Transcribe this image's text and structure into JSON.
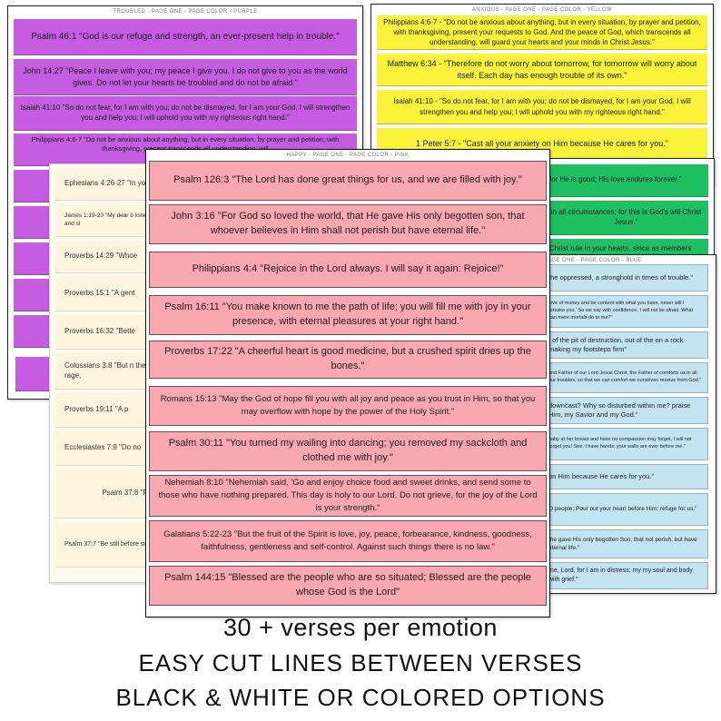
{
  "purple_page": {
    "header": "TROUBLED - PAGE ONE - PAGE COLOR - PURPLE",
    "verses": [
      "Psalm 46:1 \"God is our refuge and strength, an ever-present help in trouble.\"",
      "John 14:27 \"Peace I leave with you; my peace I give you. I do not give to you as the world gives. Do not let your hearts be troubled and do not be afraid.\"",
      "Isaiah 41:10 \"So do not fear, for I am with you; do not be dismayed, for I am your God. I will strengthen you and help you; I will uphold you with my righteous right hand.\"",
      "Philippians 4:6-7 \"Do not be anxious about anything, but in every situation, by prayer and petition, with thanksgiving, present transcends all understanding, will"
    ]
  },
  "yellow_page": {
    "header": "ANXIOUS - PAGE ONE - PAGE COLOR - YELLOW",
    "verses": [
      "Philippians 4:6-7 - \"Do not be anxious about anything, but in every situation, by prayer and petition, with thanksgiving, present your requests to God. And the peace of God, which transcends all understanding, will guard your hearts and your minds in Christ Jesus.\"",
      "Matthew 6:34 - \"Therefore do not worry about tomorrow, for tomorrow will worry about itself. Each day has enough trouble of its own.\"",
      "Isaiah 41:10 - \"So do not fear, for I am with you; do not be dismayed, for I am your God. I will strengthen you and help you; I will uphold you with my righteous right hand.\"",
      "1 Peter 5:7 - \"Cast all your anxiety on Him because He cares for you.\""
    ]
  },
  "green_page": {
    "verses": [
      "for He is good; His love endures forever.\"",
      "in all circumstances; for this is God's will Christ Jesus.\"",
      "Christ rule in your hearts, since as members"
    ]
  },
  "blue_page": {
    "header": "PAGE ONE - PAGE COLOR - BLUE",
    "verses": [
      "the oppressed, a stronghold in times of trouble.\"",
      "love of money and be content with what you have, never will I forsake you.' So we say with confidence, I will not be afraid. What can mere mortals do to me?\"",
      "t of the pit of destruction, out of the on a rock making my footsteps firm\"",
      "and Father of our Lord Jesus Christ, the Father of comforts us in all our troubles, so that we can comfort we ourselves receive from God.\"",
      "downcast? Why so disturbed within me? praise Him, my Savior and my God.\"",
      "baby at her breast and have no compassion may forget, I will not forget you! See, I have hands; your walls are ever before me.\"",
      "on Him because He cares for you.\"",
      "O people; Pour out your heart before Him; refuge for us.\"",
      "the gave His only begotten Son, that not perish, but have eternal life.\"",
      "me, Lord, for I am in distress; my my soul and body with grief.\""
    ]
  },
  "cream_page": {
    "verses": [
      "Ephesians 4:26-27 \"In you are still",
      "James 1:19-20 \"My dear b listen, slow to speak and sl",
      "Proverbs 14:29 \"Whoe",
      "Proverbs 15:1 \"A gent",
      "Proverbs 16:32 \"Bette",
      "Colossians 3:8 \"But n these: anger, rage,",
      "Proverbs 19:11 \"A p",
      "Ecclesiastes 7:9 \"Do no",
      "Psalm 37:8 \"Re",
      "Psalm 37:7 \"Be still before succeed in their"
    ]
  },
  "pink_page": {
    "header": "HAPPY - PAGE ONE - PAGE COLOR - PINK",
    "verses": [
      "Psalm 126:3 \"The Lord has done great things for us, and we are filled with joy.\"",
      "John 3:16 \"For God so loved the world, that He gave His only begotten son, that whoever believes in Him shall not perish but have eternal life.\"",
      "Philippians 4:4 \"Rejoice in the Lord always. I will say it again: Rejoice!\"",
      "Psalm 16:11 \"You make known to me the path of life; you will fill me with joy in your presence, with eternal pleasures at your right hand.\"",
      "Proverbs 17:22 \"A cheerful heart is good medicine, but a crushed spirit dries up the bones.\"",
      "Romans 15:13 \"May the God of hope fill you with all joy and peace as you trust in Him, so that you may overflow with hope by the power of the Holy Spirit.\"",
      "Psalm 30:11 \"You turned my wailing into dancing; you removed my sackcloth and clothed me with joy.\"",
      "Nehemiah 8:10 \"Nehemiah said, 'Go and enjoy choice food and sweet drinks, and send some to those who have nothing prepared. This day is holy to our Lord. Do not grieve, for the joy of the Lord is your strength.\"",
      "Galatians 5:22-23 \"But the fruit of the Spirit is love, joy, peace, forbearance, kindness, goodness, faithfulness, gentleness and self-control. Against such things there is no law.\"",
      "Psalm 144:15 \"Blessed are the people who are so situated; Blessed are the people whose God is the Lord\""
    ]
  },
  "captions": {
    "line1": "30 + verses per emotion",
    "line2": "EASY CUT LINES BETWEEN VERSES",
    "line3": "BLACK & WHITE OR COLORED OPTIONS"
  },
  "colors": {
    "purple": "#c55ce1",
    "yellow": "#fbf23c",
    "green": "#1fc062",
    "blue": "#c3e3f0",
    "cream": "#fff4dd",
    "pink": "#f9a7b0"
  }
}
